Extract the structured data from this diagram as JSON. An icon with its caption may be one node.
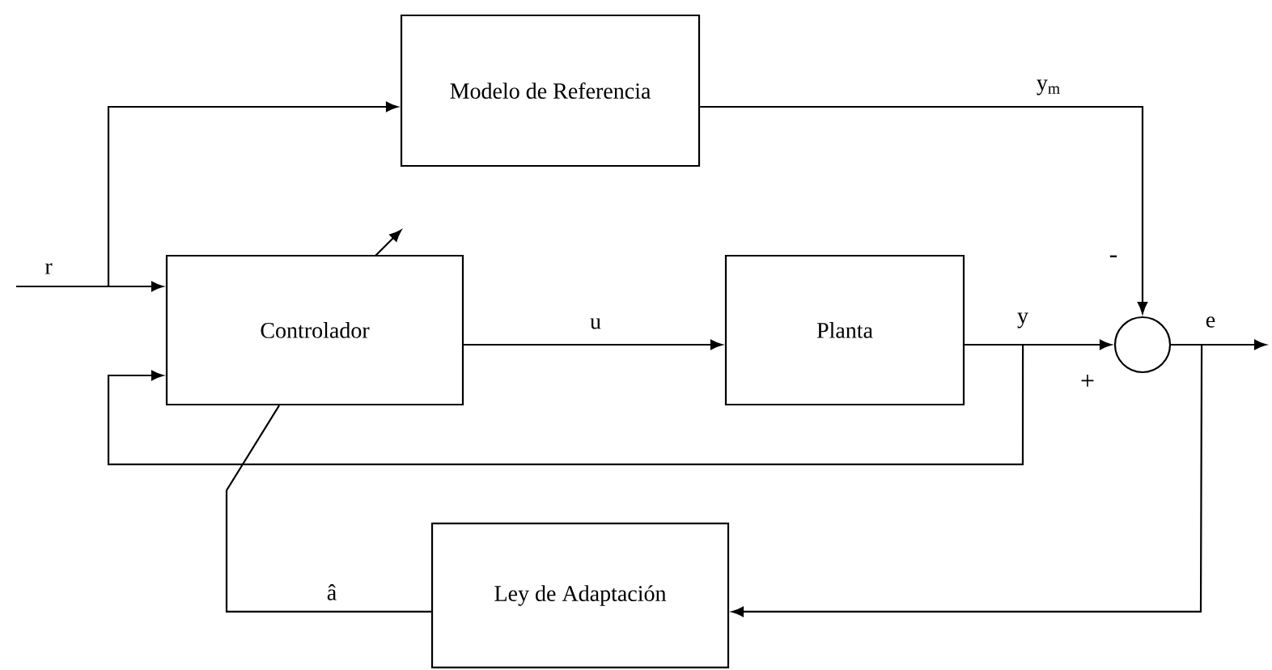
{
  "diagram": {
    "nodes": [
      {
        "text": [
          "Modelo de Referencia"
        ]
      },
      {
        "text": [
          "Controlador"
        ]
      },
      {
        "text": [
          "Planta"
        ]
      },
      {
        "text": [],
        "shape": "circle"
      },
      {
        "text": [
          "Ley de Adaptación"
        ]
      }
    ],
    "edges": [
      {
        "from": null,
        "to": 1,
        "arrow": "to",
        "label": "r"
      },
      {
        "from": null,
        "to": 0,
        "arrow": "to"
      },
      {
        "from": 1,
        "to": 2,
        "arrow": "to",
        "label": "u"
      },
      {
        "from": 0,
        "to": 3,
        "arrow": "to",
        "label": "y$_{m}$"
      },
      {
        "from": 2,
        "to": 3,
        "arrow": "to",
        "label": "y"
      },
      {
        "from": 2,
        "to": 1,
        "arrow": "to"
      },
      {
        "from": 3,
        "to": null,
        "arrow": "to",
        "label": "e"
      },
      {
        "from": 3,
        "to": 4,
        "arrow": "to"
      },
      {
        "from": 4,
        "to": 1,
        "arrow": "none",
        "label": "â"
      }
    ],
    "labels": [
      "-",
      "+"
    ]
  }
}
